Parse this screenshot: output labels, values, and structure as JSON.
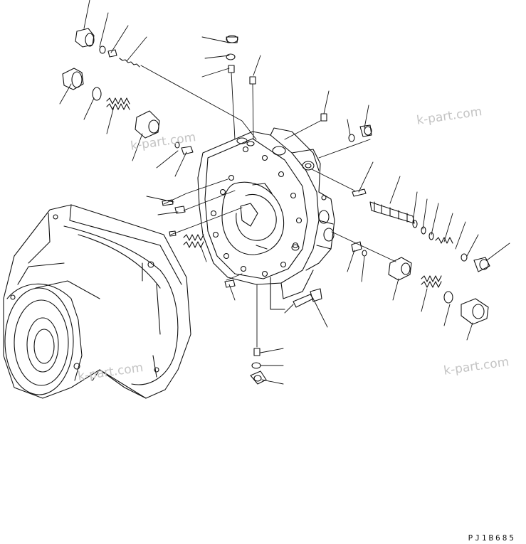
{
  "watermarks": [
    "k-part.com",
    "k-part.com",
    "k-part.com",
    "k-part.com"
  ],
  "drawing_code": "PJ1B685"
}
